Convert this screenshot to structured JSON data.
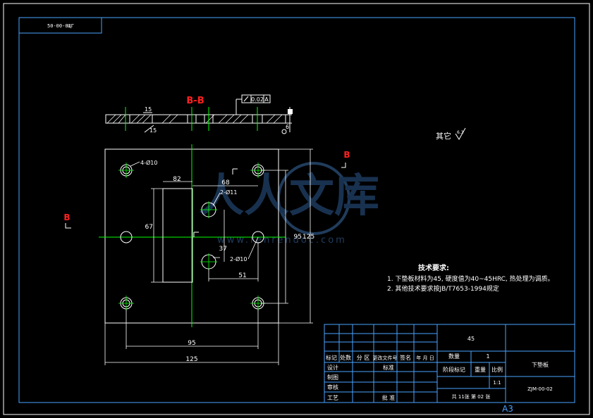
{
  "drawing": {
    "code_box": "50-00-0ЩГ",
    "section_label": "B-B",
    "section_mark_left": "B",
    "section_mark_right": "B",
    "other_roughness": "其它",
    "other_roughness_value": "6.3",
    "sheet_size": "A3"
  },
  "dimensions": {
    "thickness": "15",
    "top_dim": "15",
    "flatness": "0.02",
    "flatness_datum": "A",
    "holes_4": "4-Ø10",
    "holes_2a": "2-Ø11",
    "holes_2b": "2-Ø10",
    "d82": "82",
    "d68": "68",
    "d67": "67",
    "d37": "37",
    "d51": "51",
    "d95v": "95",
    "d125v": "125",
    "d95h": "95",
    "d125h": "125",
    "d6": "6"
  },
  "requirements": {
    "title": "技术要求:",
    "line1": "1. 下垫板材料为45, 硬度值为40~45HRC, 热处理为调质。",
    "line2": "2. 其他技术要求按JB/T7653-1994规定"
  },
  "watermark": {
    "text": "人人文库",
    "url": "www.renrendoc.com"
  },
  "title_block": {
    "material": "45",
    "part_name": "下垫板",
    "drawing_no": "ZJM-00-02",
    "qty_label": "数量",
    "qty_value": "1",
    "stage_label": "阶段标记",
    "weight_label": "重量",
    "scale_label": "比例",
    "scale_value": "1:1",
    "sheets": "共 11张  第 02 张",
    "rows": {
      "mark": "标记",
      "count": "处数",
      "zone": "分 区",
      "doc": "更改文件号",
      "sign": "签名",
      "date": "年 月 日",
      "design": "设计",
      "standard": "标准",
      "draw": "制图",
      "check": "审核",
      "process": "工艺",
      "approve": "批 准"
    }
  }
}
